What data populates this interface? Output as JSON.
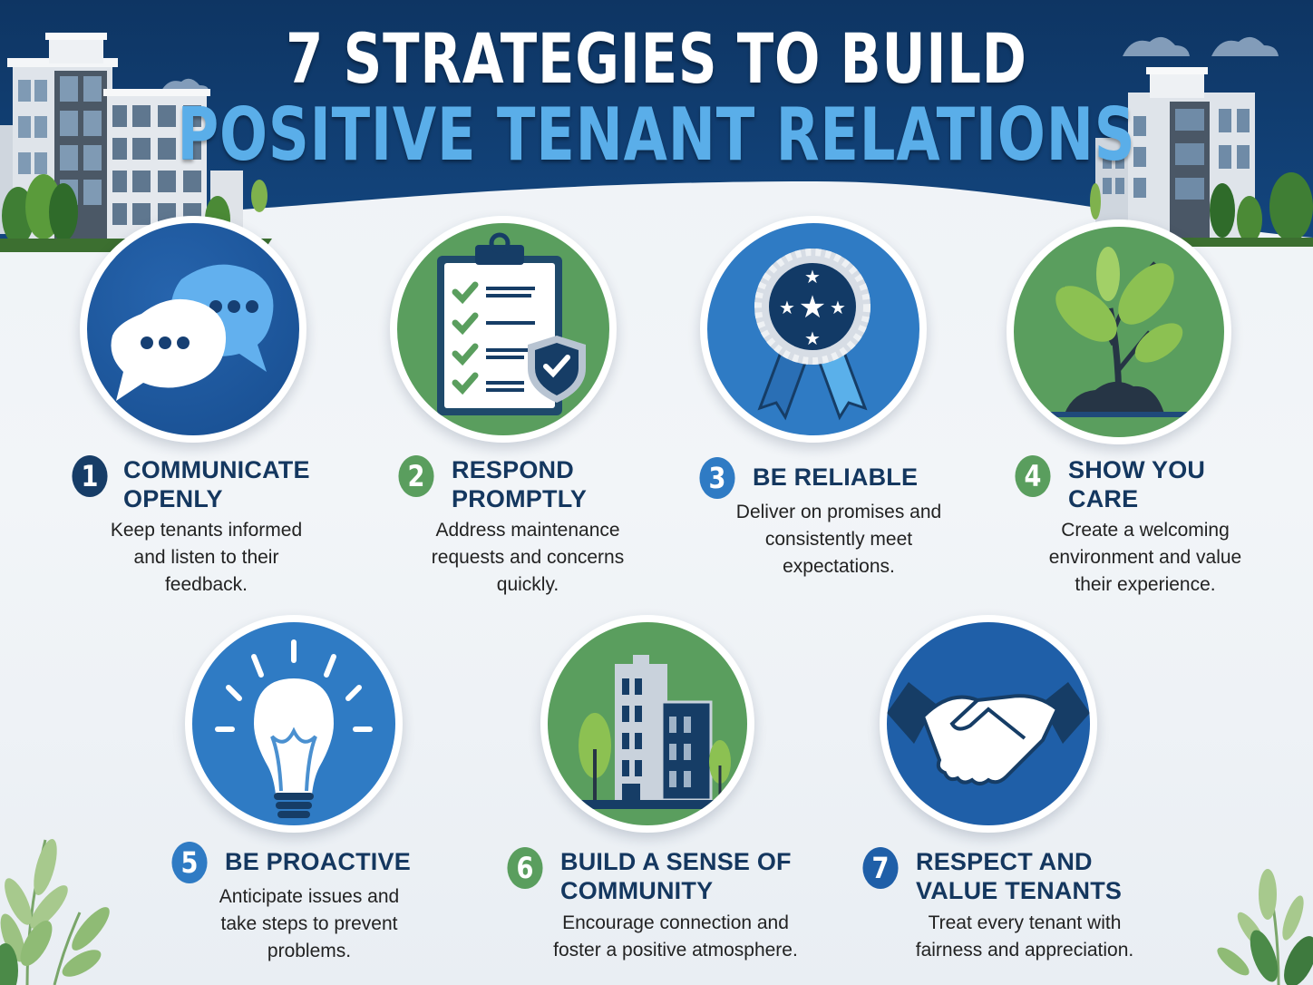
{
  "header": {
    "title_line1": "7 STRATEGIES TO BUILD",
    "title_line2": "POSITIVE TENANT RELATIONS"
  },
  "colors": {
    "header_navy": "#0f3a6b",
    "title_white": "#ffffff",
    "title_blue": "#5aaee9",
    "heading_navy": "#14375f",
    "badge_blue": "#2f7bc4",
    "badge_deep_blue": "#1f5fa8",
    "badge_green": "#5a9e5e",
    "num_navy": "#173d67"
  },
  "strategies": [
    {
      "number": "1",
      "title_line1": "COMMUNICATE",
      "title_line2": "OPENLY",
      "desc_lines": [
        "Keep tenants informed",
        "and listen to their",
        "feedback."
      ],
      "icon": "chat-bubbles-icon"
    },
    {
      "number": "2",
      "title_line1": "RESPOND",
      "title_line2": "PROMPTLY",
      "desc_lines": [
        "Address maintenance",
        "requests and concerns",
        "quickly."
      ],
      "icon": "clipboard-checklist-shield-icon"
    },
    {
      "number": "3",
      "title_line1": "BE RELIABLE",
      "title_line2": "",
      "desc_lines": [
        "Deliver on promises and",
        "consistently meet",
        "expectations."
      ],
      "icon": "award-ribbon-icon"
    },
    {
      "number": "4",
      "title_line1": "SHOW YOU",
      "title_line2": "CARE",
      "desc_lines": [
        "Create a welcoming",
        "environment and value",
        "their experience."
      ],
      "icon": "sprout-plant-icon"
    },
    {
      "number": "5",
      "title_line1": "BE PROACTIVE",
      "title_line2": "",
      "desc_lines": [
        "Anticipate issues and",
        "take steps to prevent",
        "problems."
      ],
      "icon": "lightbulb-icon"
    },
    {
      "number": "6",
      "title_line1": "BUILD A SENSE OF",
      "title_line2": "COMMUNITY",
      "desc_lines": [
        "Encourage connection and",
        "foster a positive atmosphere."
      ],
      "icon": "apartment-buildings-icon"
    },
    {
      "number": "7",
      "title_line1": "RESPECT AND",
      "title_line2": "VALUE TENANTS",
      "desc_lines": [
        "Treat every tenant with",
        "fairness and appreciation."
      ],
      "icon": "handshake-icon"
    }
  ]
}
